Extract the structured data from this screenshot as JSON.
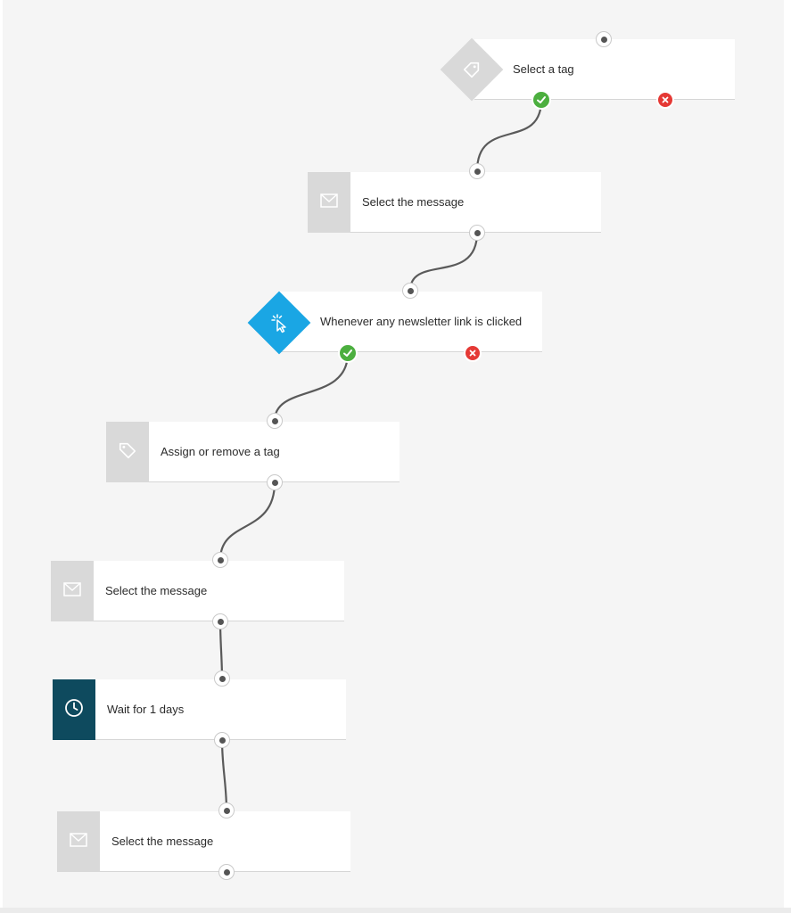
{
  "colors": {
    "canvas": "#f5f5f5",
    "card": "#ffffff",
    "icon_grey": "#d9d9d9",
    "icon_dark": "#0e4a5e",
    "trigger_blue": "#1aa6e4",
    "yes_green": "#4caf3f",
    "no_red": "#e53935",
    "connector": "#5a5a5a"
  },
  "workflow": {
    "steps": [
      {
        "label": "Select a tag",
        "icon": "tag-icon",
        "shape": "diamond"
      },
      {
        "label": "Select the message",
        "icon": "envelope-icon",
        "shape": "box"
      },
      {
        "label": "Whenever any newsletter link is clicked",
        "icon": "cursor-click-icon",
        "shape": "diamond"
      },
      {
        "label": "Assign or remove a tag",
        "icon": "tag-icon",
        "shape": "box"
      },
      {
        "label": "Select the message",
        "icon": "envelope-icon",
        "shape": "box"
      },
      {
        "label": "Wait for 1 days",
        "icon": "clock-icon",
        "shape": "box"
      },
      {
        "label": "Select the message",
        "icon": "envelope-icon",
        "shape": "box"
      }
    ]
  }
}
